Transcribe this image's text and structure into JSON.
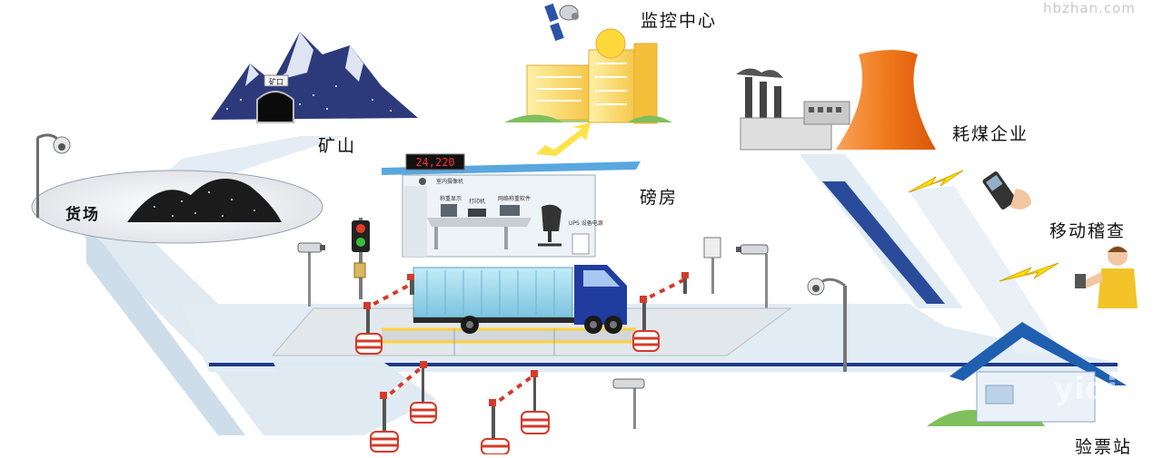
{
  "watermark": "hbzhan.com",
  "labels": {
    "mine": "矿山",
    "monitor_center": "监控中心",
    "coal_enterprise": "耗煤企业",
    "yard": "货场",
    "weigh_house": "磅房",
    "mobile_inspection": "移动稽查",
    "ticket_station": "验票站"
  },
  "display_reading": "24,220",
  "mine_sign": "矿口",
  "room_labels": {
    "sign": "室内摄像机",
    "weigh_display": "称重显示",
    "printer": "打印机",
    "software": "网络称重软件",
    "ups": "UPS 设备电源"
  },
  "colors": {
    "road": "#dfeaf3",
    "road_edge": "#1f3a8a",
    "container": "#9fd8ec",
    "truck_cab": "#1f3c9e",
    "barrier_red": "#d43a2a",
    "tower_orange": "#f07a1c"
  }
}
